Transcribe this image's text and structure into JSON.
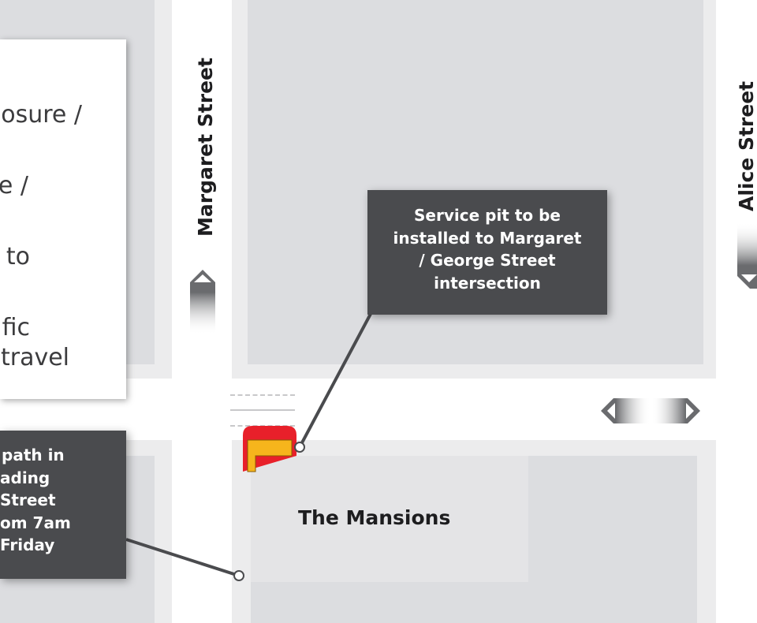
{
  "streets": {
    "margaret": "Margaret Street",
    "alice": "Alice Street"
  },
  "building": "The Mansions",
  "legend": {
    "lines": [
      "osure /",
      "e /",
      " to",
      "fic",
      " travel"
    ]
  },
  "callout_top": {
    "lines": [
      "Service pit to be",
      "installed to Margaret",
      "/ George Street",
      "intersection"
    ]
  },
  "callout_bottom": {
    "lines": [
      "path in",
      "ading",
      "Street",
      "om 7am",
      "Friday"
    ]
  },
  "colors": {
    "callout": "#4a4b4e",
    "closure_red": "#e8202a",
    "work_yellow": "#f6b51c"
  }
}
